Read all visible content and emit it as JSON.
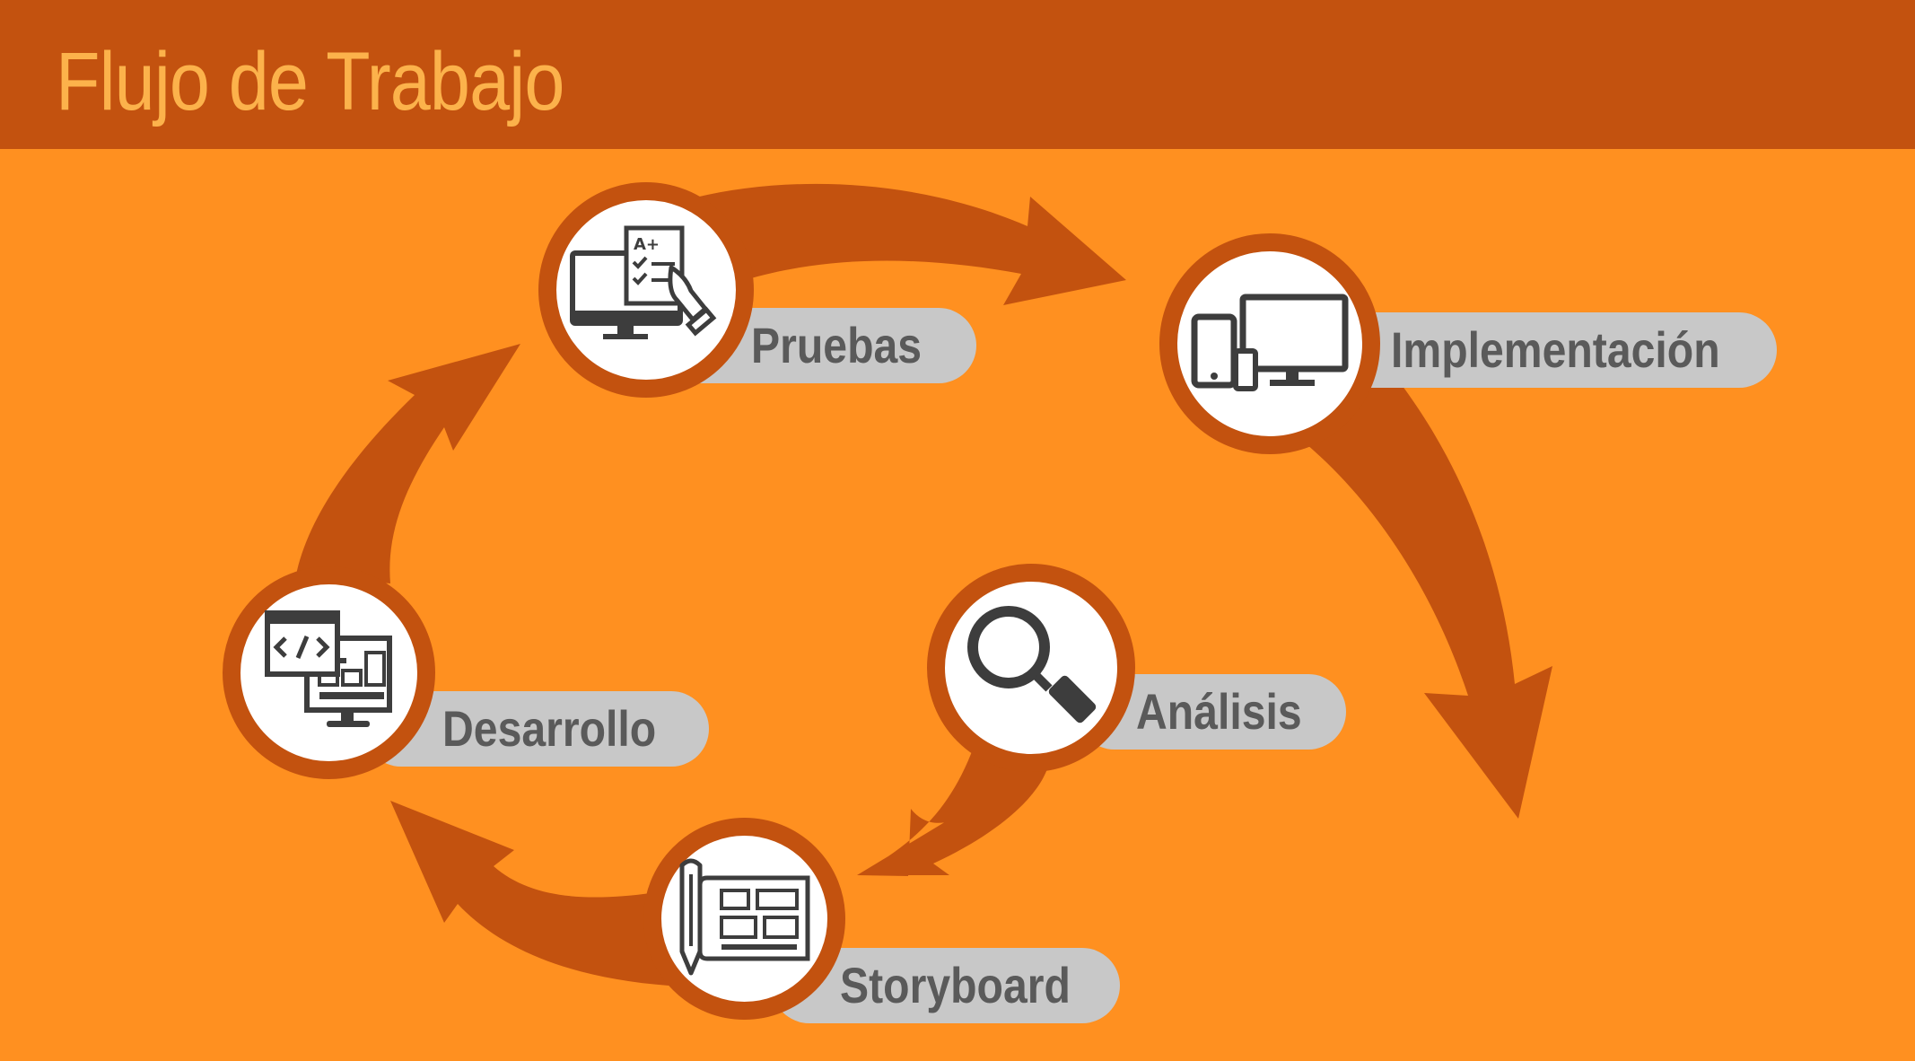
{
  "header": {
    "title": "Flujo de Trabajo"
  },
  "colors": {
    "background": "#ff9020",
    "header": "#c3520f",
    "title": "#fcb24b",
    "arrow": "#c3520f",
    "pill": "#c8c8c8",
    "label": "#5a5a5a",
    "icon": "#3d3d3d"
  },
  "steps": [
    {
      "label": "Análisis",
      "icon": "magnifier-icon"
    },
    {
      "label": "Storyboard",
      "icon": "pencil-wireframe-icon"
    },
    {
      "label": "Desarrollo",
      "icon": "code-window-icon"
    },
    {
      "label": "Pruebas",
      "icon": "monitor-checklist-icon"
    },
    {
      "label": "Implementación",
      "icon": "responsive-devices-icon"
    }
  ]
}
